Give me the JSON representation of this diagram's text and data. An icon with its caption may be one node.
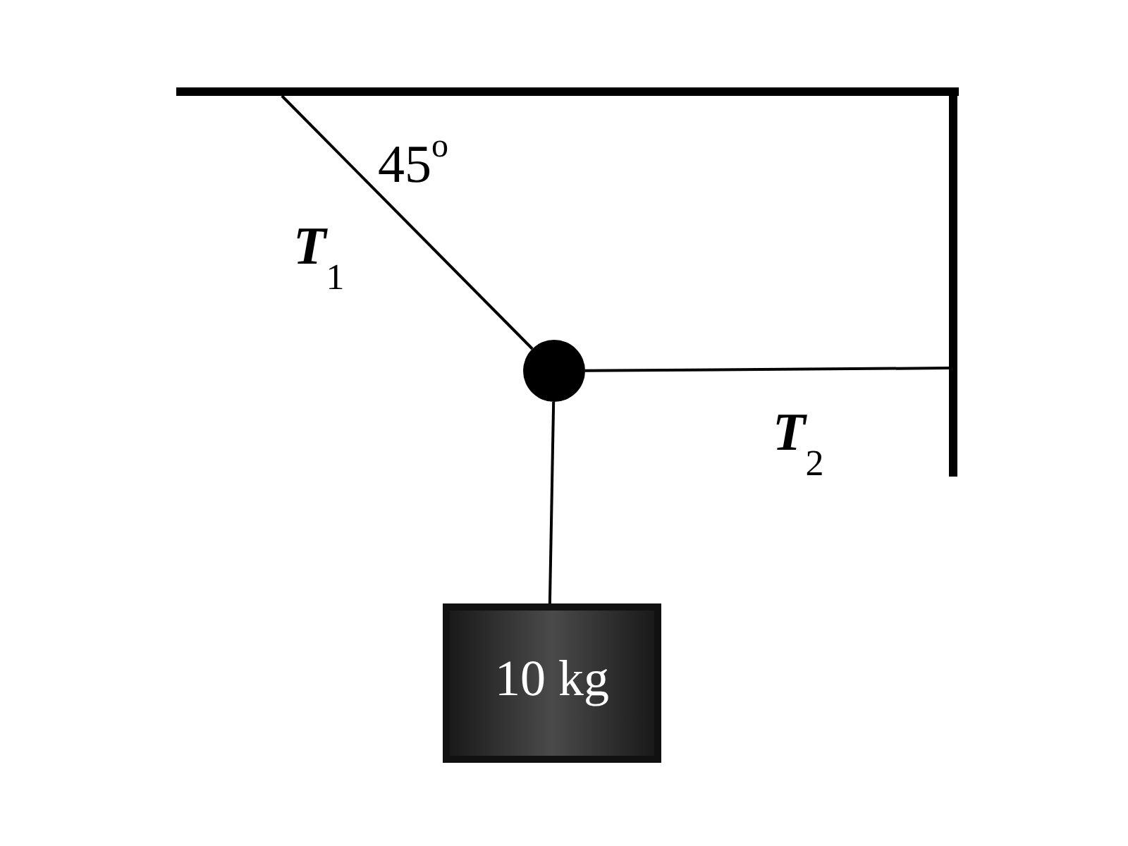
{
  "diagram": {
    "nodes": [
      {
        "text": [],
        "shape": "bar"
      },
      {
        "text": [],
        "shape": "bar"
      },
      {
        "text": [],
        "shape": "circle"
      },
      {
        "text": [
          "10 kg"
        ]
      }
    ],
    "edges": [
      {
        "from": 0,
        "to": 2,
        "arrow": "none",
        "label": "**T**$_{1}$"
      },
      {
        "from": 2,
        "to": 1,
        "arrow": "none",
        "label": "**T**$_{2}$"
      },
      {
        "from": 2,
        "to": 3,
        "arrow": "none"
      }
    ],
    "labels": [
      "45$^{o}$"
    ]
  }
}
